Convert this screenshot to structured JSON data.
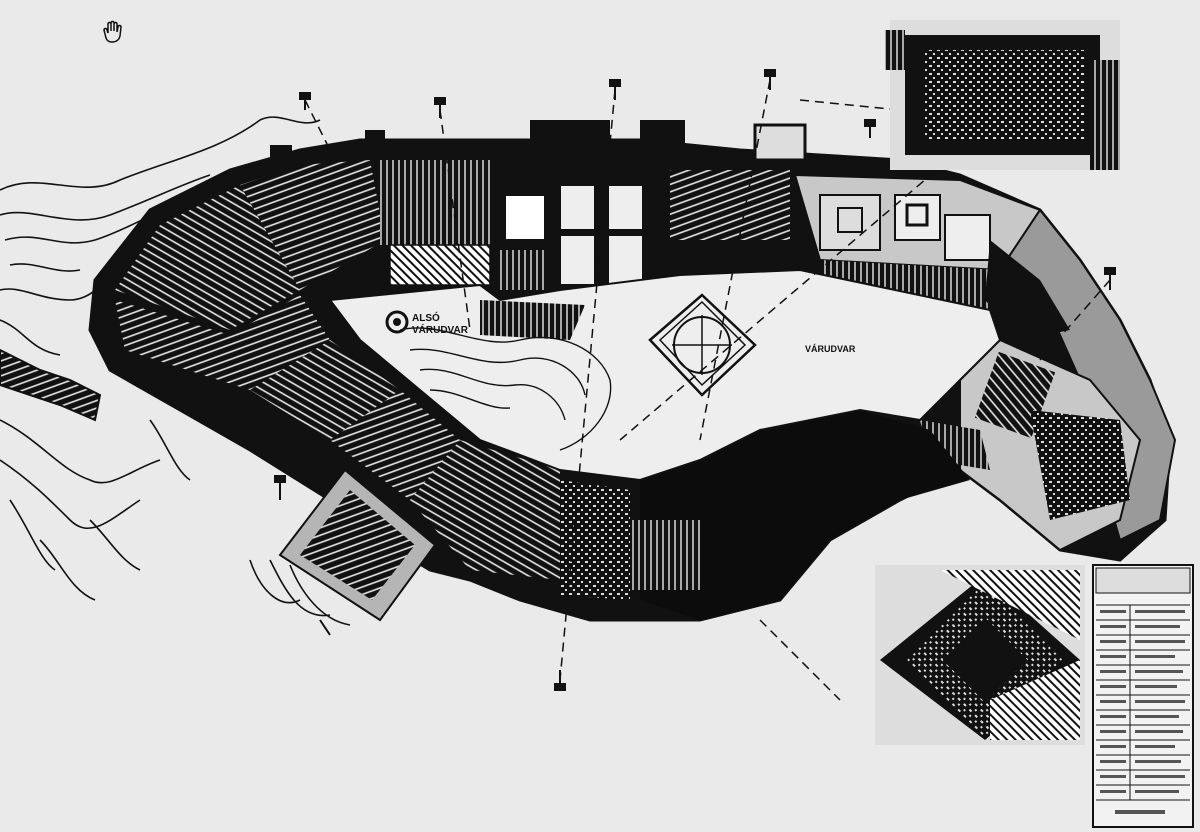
{
  "plan": {
    "labels": {
      "lower_courtyard_line1": "ALSÓ",
      "lower_courtyard_line2": "VÁRUDVAR",
      "castle_courtyard": "VÁRUDVAR"
    },
    "icons": [
      "hand-cursor-icon"
    ],
    "colors": {
      "paper": "#eaeaea",
      "ink": "#111111",
      "mid_gray": "#9a9a9a",
      "light_gray": "#c8c8c8"
    }
  }
}
